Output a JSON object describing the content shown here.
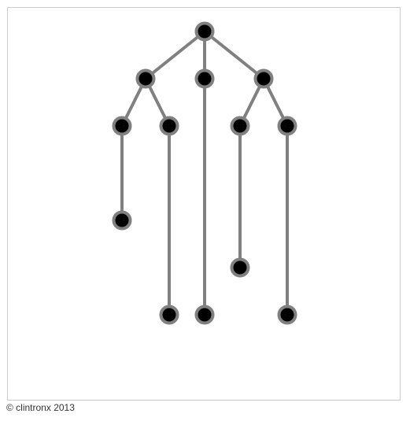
{
  "diagram": {
    "type": "tree",
    "colors": {
      "link": "#808080",
      "node_fill": "#000000",
      "node_stroke": "#808080",
      "frame_border": "#cccccc"
    },
    "nodes": [
      {
        "id": "root",
        "parent": null
      },
      {
        "id": "a",
        "parent": "root"
      },
      {
        "id": "b",
        "parent": "root"
      },
      {
        "id": "c",
        "parent": "root"
      },
      {
        "id": "a1",
        "parent": "a"
      },
      {
        "id": "a2",
        "parent": "a"
      },
      {
        "id": "c1",
        "parent": "c"
      },
      {
        "id": "c2",
        "parent": "c"
      },
      {
        "id": "a1-leaf",
        "parent": "a1"
      },
      {
        "id": "a2-leaf",
        "parent": "a2"
      },
      {
        "id": "b-leaf",
        "parent": "b"
      },
      {
        "id": "c1-leaf",
        "parent": "c1"
      },
      {
        "id": "c2-leaf",
        "parent": "c2"
      }
    ]
  },
  "footer": {
    "credit": "© clintronx 2013"
  }
}
